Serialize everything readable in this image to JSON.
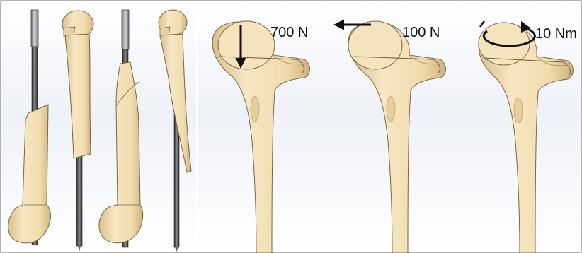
{
  "figure": {
    "load_labels": {
      "axial_force": "700 N",
      "shear_force": "100 N",
      "torque": "10 Nm"
    }
  },
  "colors": {
    "bone_fill": "#f3e0b5",
    "bone_stroke": "#6b5a3c",
    "bone_shadow": "#d8bf8c",
    "rod_dark": "#3a3a3a",
    "rod_light": "#9a9a9a",
    "arrow": "#111111",
    "frame": "#666666",
    "background_shade": "#e9edf5"
  },
  "icons": {
    "axial_arrow": "arrow-down-icon",
    "shear_arrow": "arrow-left-icon",
    "torque_arrow": "rotation-arrow-icon"
  }
}
